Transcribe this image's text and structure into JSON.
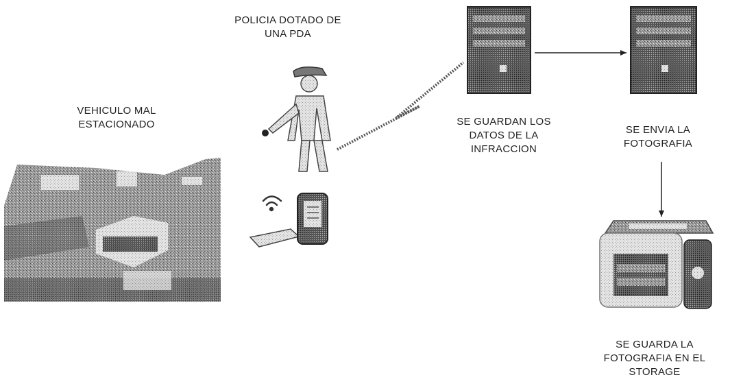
{
  "labels": {
    "police": [
      "POLICIA DOTADO DE",
      "UNA PDA"
    ],
    "vehicle": [
      "VEHICULO MAL",
      "ESTACIONADO"
    ],
    "server1": [
      "SE GUARDAN LOS",
      "DATOS DE LA",
      "INFRACCION"
    ],
    "server2": [
      "SE ENVIA LA",
      "FOTOGRAFIA"
    ],
    "storage": [
      "SE GUARDA LA",
      "FOTOGRAFIA EN EL",
      "STORAGE"
    ]
  },
  "icons": [
    "police-officer-icon",
    "pda-icon",
    "wifi-icon",
    "car-photo-icon",
    "server-icon",
    "storage-icon"
  ]
}
